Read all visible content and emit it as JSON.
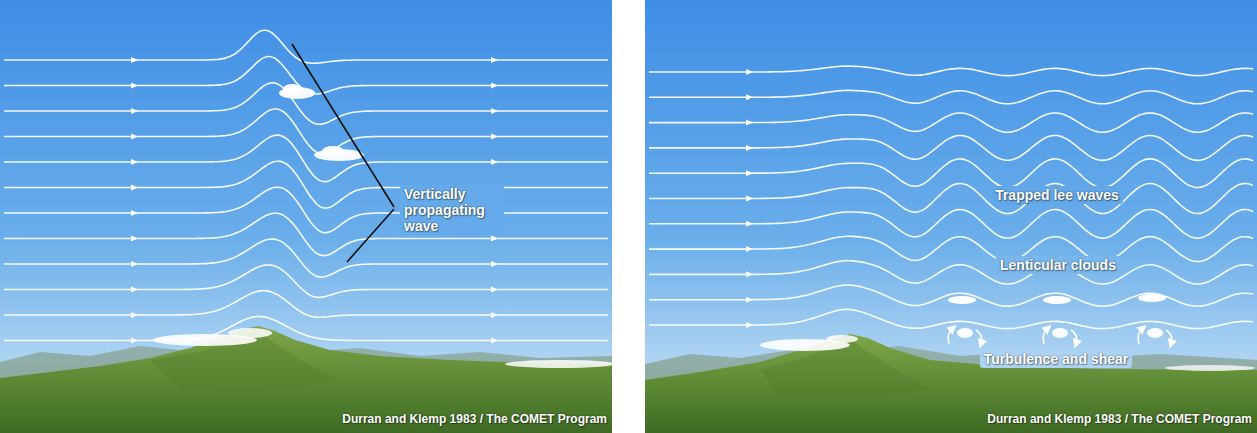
{
  "diagram": {
    "labels": [
      "Vertically propagating wave",
      "Durran and Klemp 1983 / The COMET Program",
      "Trapped lee waves",
      "Lenticular clouds",
      "Turbulence and shear",
      "Durran and Klemp 1983 / The COMET Program"
    ]
  }
}
